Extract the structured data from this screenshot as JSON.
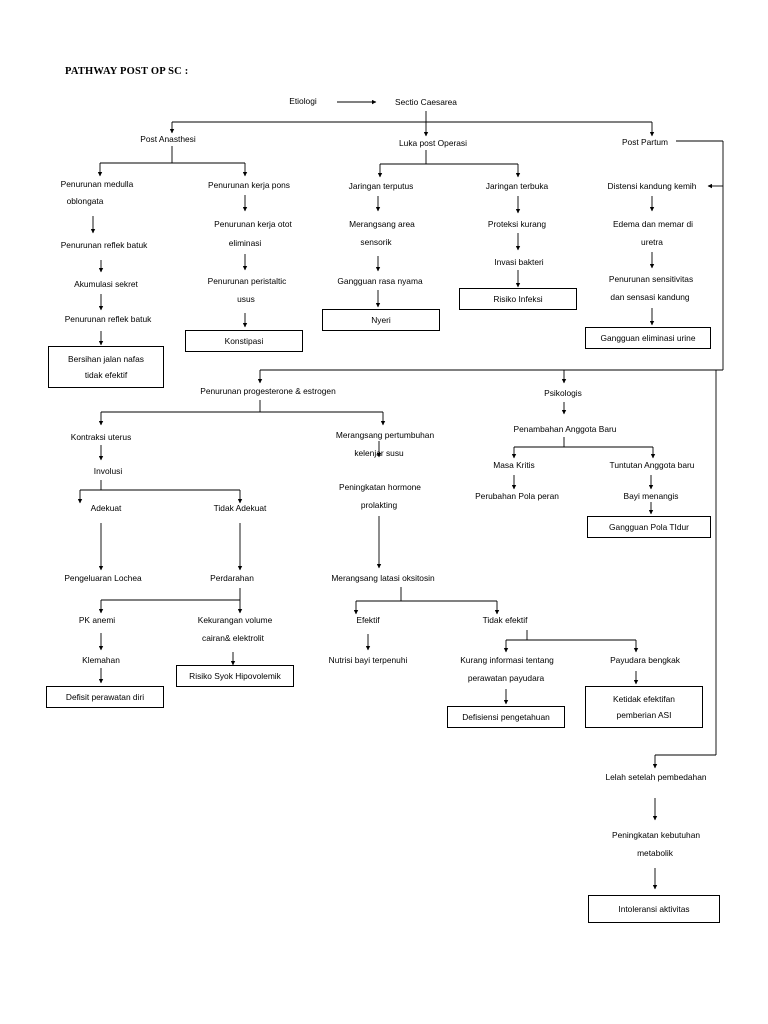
{
  "title": "PATHWAY POST OP SC :",
  "etiologi": "Etiologi",
  "sc": "Sectio Caesarea",
  "post_anasthesi": "Post Anasthesi",
  "luka": "Luka post Operasi",
  "post_partum": "Post Partum",
  "pa_medulla_1": "Penurunan medulla",
  "pa_medulla_2": "oblongata",
  "pa_refleks1": "Penurunan reflek batuk",
  "pa_akumulasi": "Akumulasi sekret",
  "pa_refleks2": "Penurunan reflek batuk",
  "pa_box_1": "Bersihan jalan nafas",
  "pa_box_2": "tidak efektif",
  "pa_pons": "Penurunan kerja pons",
  "pa_otot_1": "Penurunan kerja otot",
  "pa_otot_2": "eliminasi",
  "pa_peristaltic_1": "Penurunan peristaltic",
  "pa_peristaltic_2": "usus",
  "pa_box_konstipasi": "Konstipasi",
  "lk_terputus": "Jaringan terputus",
  "lk_merangsang_1": "Merangsang area",
  "lk_merangsang_2": "sensorik",
  "lk_gangguan": "Gangguan rasa nyama",
  "lk_box_nyeri": "Nyeri",
  "lk_terbuka": "Jaringan terbuka",
  "lk_proteksi": "Proteksi kurang",
  "lk_invasi": "Invasi bakteri",
  "lk_box_infeksi": "Risiko Infeksi",
  "pp_distensi": "Distensi kandung kemih",
  "pp_edema_1": "Edema dan memar di",
  "pp_edema_2": "uretra",
  "pp_sensitivitas_1": "Penurunan sensitivitas",
  "pp_sensitivitas_2": "dan sensasi kandung",
  "pp_box_eliminasi": "Gangguan eliminasi urine",
  "hormon": "Penurunan progesterone & estrogen",
  "psikologis": "Psikologis",
  "kontraksi": "Kontraksi uterus",
  "involusi": "Involusi",
  "adekuat": "Adekuat",
  "tidak_adekuat": "Tidak Adekuat",
  "lochea": "Pengeluaran Lochea",
  "perdarahan": "Perdarahan",
  "pk_anemi": "PK anemi",
  "kelemahan": "Klemahan",
  "box_defisit": "Defisit perawatan diri",
  "kekurangan_1": "Kekurangan volume",
  "kekurangan_2": "cairan& elektrolit",
  "box_syok": "Risiko Syok Hipovolemik",
  "pertumbuhan_1": "Merangsang pertumbuhan",
  "pertumbuhan_2": "kelenjar susu",
  "prolaktin_1": "Peningkatan hormone",
  "prolaktin_2": "prolakting",
  "laktasi": "Merangsang latasi oksitosin",
  "efektif": "Efektif",
  "nutrisi": "Nutrisi bayi terpenuhi",
  "tidak_efektif": "Tidak efektif",
  "kurang_info_1": "Kurang informasi tentang",
  "kurang_info_2": "perawatan payudara",
  "box_pengetahuan": "Defisiensi pengetahuan",
  "payudara": "Payudara bengkak",
  "box_asi_1": "Ketidak efektifan",
  "box_asi_2": "pemberian ASI",
  "penambahan": "Penambahan Anggota Baru",
  "masa_kritis": "Masa Kritis",
  "perubahan_pola": "Perubahan Pola peran",
  "tuntutan": "Tuntutan Anggota baru",
  "bayi_menangis": "Bayi menangis",
  "box_tidur": "Gangguan Pola TIdur",
  "lelah": "Lelah setelah pembedahan",
  "metabolik_1": "Peningkatan kebutuhan",
  "metabolik_2": "metabolik",
  "box_aktivitas": "Intoleransi aktivitas"
}
